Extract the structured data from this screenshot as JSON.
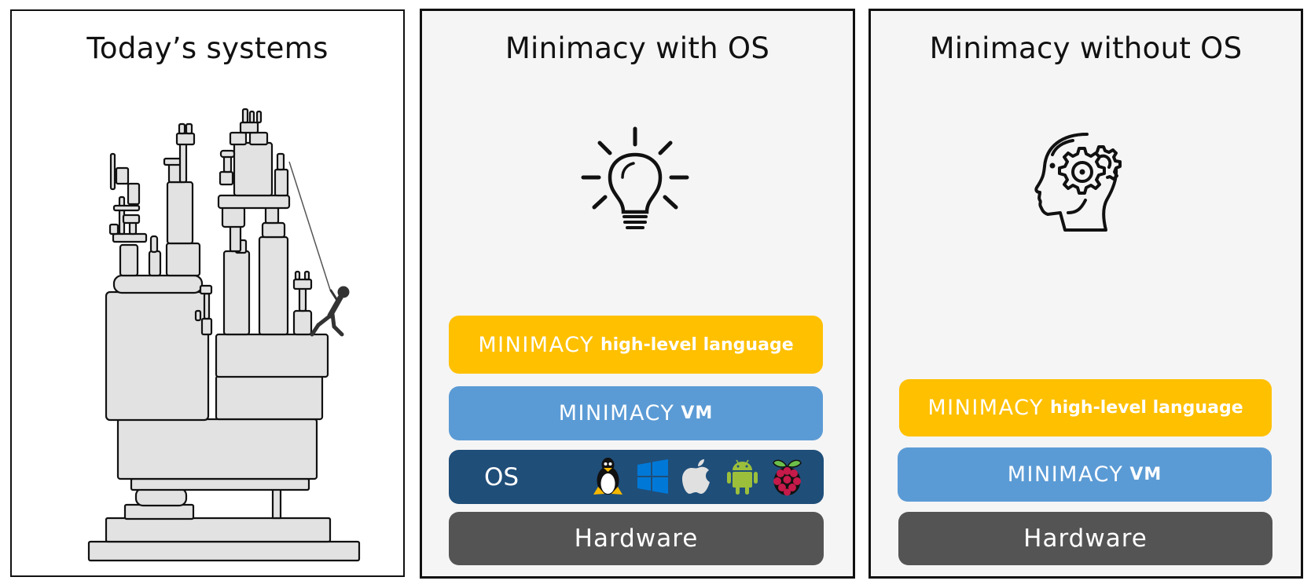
{
  "panels": [
    {
      "title": "Today’s systems",
      "illustration": "precarious-block-tower-with-climber"
    },
    {
      "title": "Minimacy with OS",
      "icon": "lightbulb-icon",
      "layers": {
        "language": {
          "brand": "MINIMACY",
          "text": "high-level language"
        },
        "vm": {
          "brand": "MINIMACY",
          "text": "VM"
        },
        "os": {
          "label": "OS",
          "icons": [
            "linux-tux-icon",
            "windows-icon",
            "apple-icon",
            "android-icon",
            "raspberry-pi-icon"
          ]
        },
        "hardware": {
          "label": "Hardware"
        }
      }
    },
    {
      "title": "Minimacy without OS",
      "icon": "head-with-gears-icon",
      "layers": {
        "language": {
          "brand": "MINIMACY",
          "text": "high-level language"
        },
        "vm": {
          "brand": "MINIMACY",
          "text": "VM"
        },
        "hardware": {
          "label": "Hardware"
        }
      }
    }
  ],
  "colors": {
    "language": "#ffc000",
    "vm": "#5b9bd5",
    "os": "#1f4e79",
    "hardware": "#545454",
    "panel_bg": "#f5f5f5"
  }
}
